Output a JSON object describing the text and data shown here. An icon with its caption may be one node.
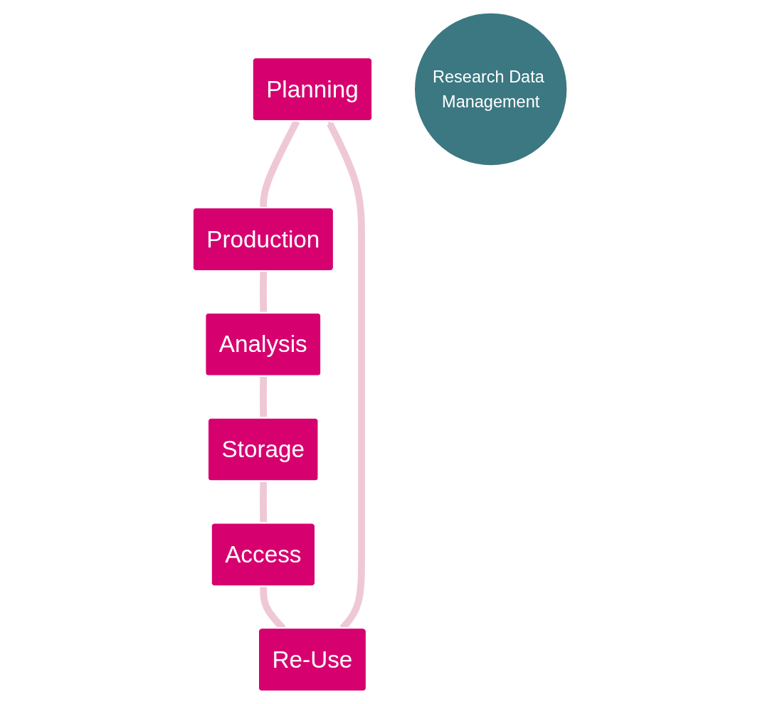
{
  "diagram": {
    "nodes": [
      {
        "text": [
          "Planning"
        ]
      },
      {
        "text": [
          "Production"
        ]
      },
      {
        "text": [
          "Analysis"
        ]
      },
      {
        "text": [
          "Storage"
        ]
      },
      {
        "text": [
          "Access"
        ]
      },
      {
        "text": [
          "Re-Use"
        ]
      },
      {
        "text": [
          "Research Data Management"
        ]
      }
    ],
    "edges": [
      {
        "from": 0,
        "to": 1,
        "arrow": "none"
      },
      {
        "from": 1,
        "to": 2,
        "arrow": "none"
      },
      {
        "from": 2,
        "to": 3,
        "arrow": "none"
      },
      {
        "from": 3,
        "to": 4,
        "arrow": "none"
      },
      {
        "from": 4,
        "to": 5,
        "arrow": "none"
      },
      {
        "from": 5,
        "to": 0,
        "arrow": "to"
      }
    ]
  }
}
